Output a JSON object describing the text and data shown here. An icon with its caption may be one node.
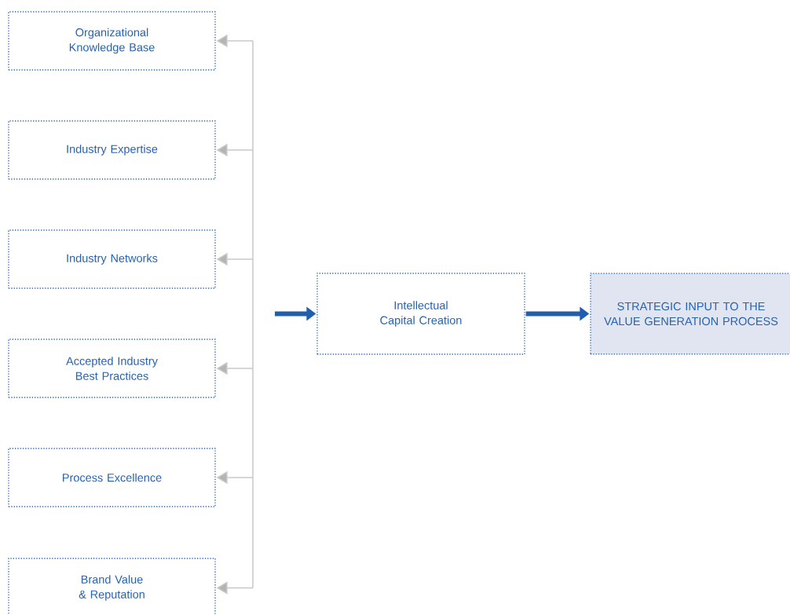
{
  "diagram": {
    "nodes": [
      {
        "text": [
          "Organizational Knowledge Base"
        ]
      },
      {
        "text": [
          "Industry Expertise"
        ]
      },
      {
        "text": [
          "Industry Networks"
        ]
      },
      {
        "text": [
          "Accepted Industry Best Practices"
        ]
      },
      {
        "text": [
          "Process Excellence"
        ]
      },
      {
        "text": [
          "Brand Value & Reputation"
        ]
      },
      {
        "text": [
          "Intellectual Capital Creation"
        ]
      },
      {
        "text": [
          "STRATEGIC INPUT TO THE VALUE GENERATION PROCESS"
        ]
      }
    ],
    "edges": [
      {
        "from": null,
        "to": 0,
        "arrow": "to"
      },
      {
        "from": null,
        "to": 1,
        "arrow": "to"
      },
      {
        "from": null,
        "to": 2,
        "arrow": "to"
      },
      {
        "from": null,
        "to": 3,
        "arrow": "to"
      },
      {
        "from": null,
        "to": 4,
        "arrow": "to"
      },
      {
        "from": null,
        "to": 5,
        "arrow": "to"
      },
      {
        "from": null,
        "to": 6,
        "arrow": "to",
        "style": "thick",
        "color": "#1f5fae"
      },
      {
        "from": 6,
        "to": 7,
        "arrow": "to",
        "style": "thick",
        "color": "#1f5fae"
      }
    ]
  }
}
